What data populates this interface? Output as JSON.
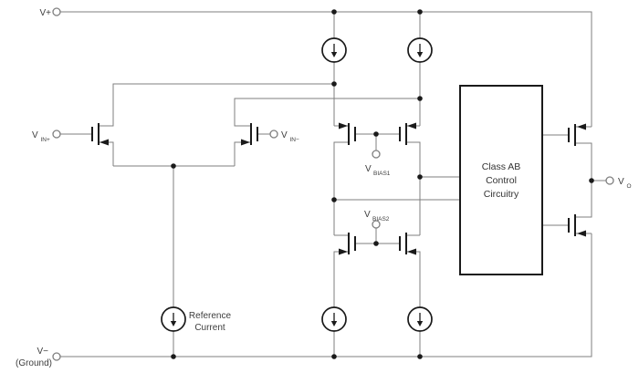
{
  "diagram": {
    "type": "circuit-schematic",
    "rails": {
      "positive": "V+",
      "negative": "V−",
      "negative_note": "(Ground)"
    },
    "terminals": {
      "vin_plus": {
        "base": "V",
        "sub": "IN+"
      },
      "vin_minus": {
        "base": "V",
        "sub": "IN−"
      },
      "vbias1": {
        "base": "V",
        "sub": "BIAS1"
      },
      "vbias2": {
        "base": "V",
        "sub": "BIAS2"
      },
      "vout": {
        "base": "V",
        "sub": "O"
      }
    },
    "blocks": {
      "class_ab": {
        "line1": "Class AB",
        "line2": "Control",
        "line3": "Circuitry"
      }
    },
    "annotations": {
      "reference_current": {
        "line1": "Reference",
        "line2": "Current"
      }
    },
    "colors": {
      "wire": "#7f7f7f",
      "symbol": "#1a1a1a",
      "text": "#3d3d3d",
      "background": "#ffffff"
    }
  }
}
